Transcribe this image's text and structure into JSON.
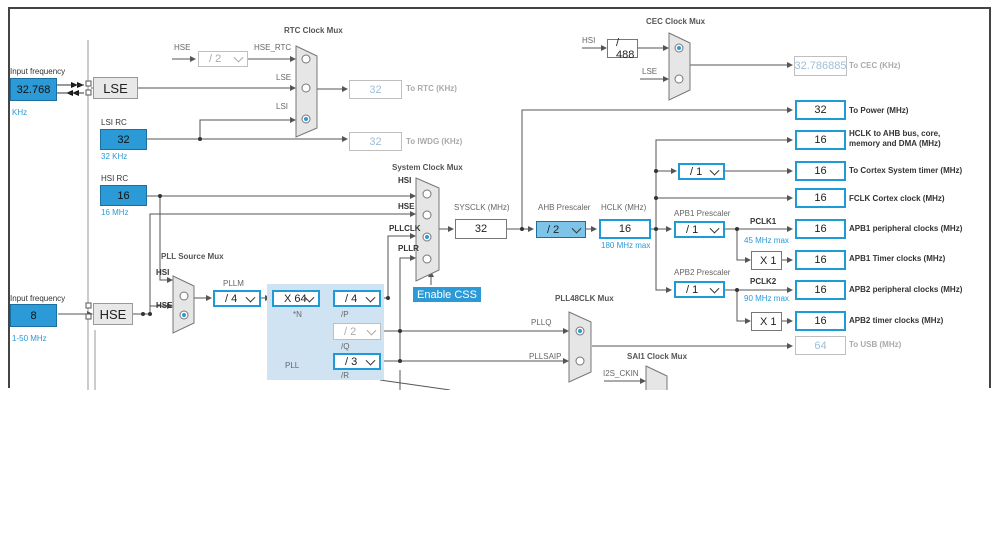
{
  "rtc_mux": {
    "title": "RTC Clock Mux",
    "in_hse": "HSE",
    "div_label": "/ 2",
    "hse_rtc": "HSE_RTC",
    "lse": "LSE",
    "lsi": "LSI",
    "value": "32",
    "to_rtc": "To RTC (KHz)",
    "to_iwdg_value": "32",
    "to_iwdg": "To IWDG (KHz)"
  },
  "cec_mux": {
    "title": "CEC Clock Mux",
    "hsi": "HSI",
    "div_label": "/ 488",
    "lse": "LSE",
    "value": "32.786885",
    "to_cec": "To CEC (KHz)"
  },
  "lse": {
    "freq_label": "Input frequency",
    "value": "32.768",
    "unit": "KHz",
    "name": "LSE"
  },
  "lsi": {
    "title": "LSI RC",
    "value": "32",
    "unit": "32 KHz"
  },
  "hsi": {
    "title": "HSI RC",
    "value": "16",
    "unit": "16 MHz"
  },
  "hse": {
    "freq_label": "Input frequency",
    "value": "8",
    "range": "1-50 MHz",
    "name": "HSE"
  },
  "pll_source_mux": {
    "title": "PLL Source Mux",
    "hsi": "HSI",
    "hse": "HSE"
  },
  "pll": {
    "pllm_label": "PLLM",
    "pllm": "/ 4",
    "n": "X 64",
    "n_label": "*N",
    "p": "/ 4",
    "p_label": "/P",
    "q": "/ 2",
    "q_label": "/Q",
    "r": "/ 3",
    "r_label": "/R",
    "name": "PLL"
  },
  "sys_mux": {
    "title": "System Clock Mux",
    "hsi": "HSI",
    "hse": "HSE",
    "pllclk": "PLLCLK",
    "pllr": "PLLR",
    "enable_css": "Enable CSS"
  },
  "sysclk": {
    "label": "SYSCLK (MHz)",
    "value": "32"
  },
  "ahb": {
    "label": "AHB Prescaler",
    "value": "/ 2"
  },
  "hclk": {
    "label": "HCLK (MHz)",
    "value": "16",
    "max": "180 MHz max"
  },
  "apb1": {
    "label": "APB1 Prescaler",
    "value": "/ 1",
    "pclk": "PCLK1",
    "max": "45 MHz max",
    "timer_mult": "X 1"
  },
  "apb2": {
    "label": "APB2 Prescaler",
    "value": "/ 1",
    "pclk": "PCLK2",
    "max": "90 MHz max",
    "timer_mult": "X 1"
  },
  "cortex_div": "/ 1",
  "outputs": {
    "power": {
      "value": "32",
      "label": "To Power (MHz)"
    },
    "ahb_bus": {
      "value": "16",
      "label": "HCLK to AHB bus, core, memory and DMA (MHz)"
    },
    "cortex_timer": {
      "value": "16",
      "label": "To Cortex System timer (MHz)"
    },
    "fclk": {
      "value": "16",
      "label": "FCLK Cortex clock (MHz)"
    },
    "apb1_periph": {
      "value": "16",
      "label": "APB1 peripheral clocks (MHz)"
    },
    "apb1_timer": {
      "value": "16",
      "label": "APB1 Timer clocks (MHz)"
    },
    "apb2_periph": {
      "value": "16",
      "label": "APB2 peripheral clocks (MHz)"
    },
    "apb2_timer": {
      "value": "16",
      "label": "APB2 timer clocks (MHz)"
    },
    "usb": {
      "value": "64",
      "label": "To USB (MHz)"
    }
  },
  "pll48_mux": {
    "title": "PLL48CLK Mux",
    "pllq": "PLLQ",
    "pllsaip": "PLLSAIP"
  },
  "sai1_mux": {
    "title": "SAI1 Clock Mux",
    "i2s_ckin": "I2S_CKIN"
  },
  "colors": {
    "accent": "#2b9ad6",
    "border": "#1e9ad6",
    "pll_bg": "#cfe3f2",
    "wire": "#555555"
  }
}
